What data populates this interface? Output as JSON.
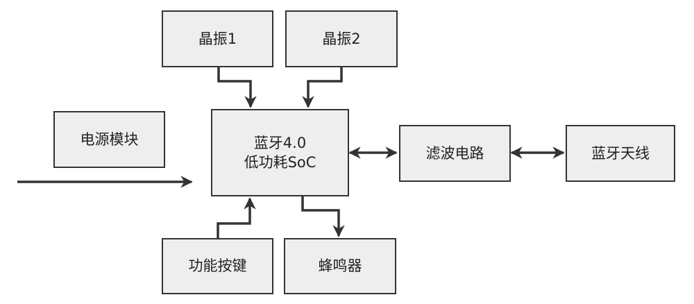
{
  "colors": {
    "block_fill": "#eeeeee",
    "stroke": "#333333",
    "text": "#222222"
  },
  "blocks": {
    "crystal1": "晶振1",
    "crystal2": "晶振2",
    "power": "电源模块",
    "soc_line1": "蓝牙4.0",
    "soc_line2": "低功耗SoC",
    "filter": "滤波电路",
    "antenna": "蓝牙天线",
    "keys": "功能按键",
    "buzzer": "蜂鸣器"
  }
}
